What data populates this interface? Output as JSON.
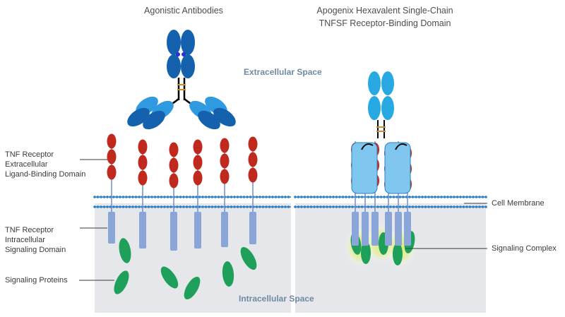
{
  "titles": {
    "left": "Agonistic Antibodies",
    "right": "Apogenix Hexavalent Single-Chain\nTNFSF Receptor-Binding Domain"
  },
  "spaces": {
    "extracellular": "Extracellular Space",
    "intracellular": "Intracellular Space"
  },
  "labels": {
    "ligand_domain": "TNF Receptor\nExtracellular\nLigand-Binding Domain",
    "signaling_domain": "TNF Receptor\nIntracellular\nSignaling Domain",
    "signaling_proteins": "Signaling Proteins",
    "cell_membrane": "Cell Membrane",
    "signaling_complex": "Signaling Complex"
  },
  "colors": {
    "receptor_red": "#c0291d",
    "membrane_blue": "#2d7fc1",
    "intracellular_bg": "#e6e7ea",
    "signaling_green": "#1ea05a",
    "antibody_dark": "#1462ae",
    "antibody_light": "#2f9ae0",
    "apogenix_cyan": "#29a9e1",
    "intracellular_tail": "#8aa6d8"
  }
}
